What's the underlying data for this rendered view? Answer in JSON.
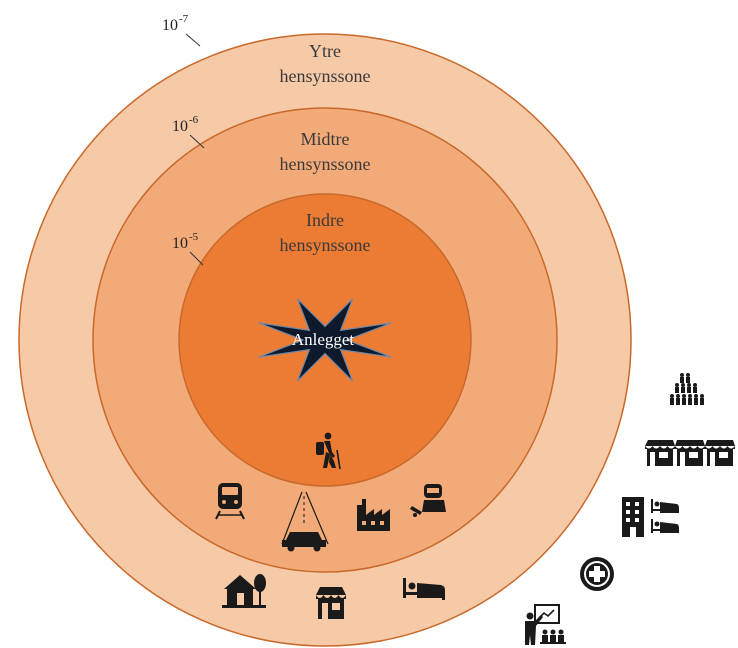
{
  "zones": {
    "outer": {
      "label_line1": "Ytre",
      "label_line2": "hensynssone",
      "risk_base": "10",
      "risk_exp": "-7",
      "color": "#f6c9a7"
    },
    "middle": {
      "label_line1": "Midtre",
      "label_line2": "hensynssone",
      "risk_base": "10",
      "risk_exp": "-6",
      "color": "#f2ab78"
    },
    "inner": {
      "label_line1": "Indre",
      "label_line2": "hensynssone",
      "risk_base": "10",
      "risk_exp": "-5",
      "color": "#ec7b34"
    }
  },
  "facility": {
    "label": "Anlegget",
    "color": "#0e1a2c"
  },
  "colors": {
    "ring_stroke": "#c9692a"
  },
  "icons": {
    "inner_zone": [
      "hiker-icon"
    ],
    "middle_zone": [
      "train-icon",
      "car-road-icon",
      "factory-icon",
      "worker-icon"
    ],
    "outer_zone": [
      "house-icon",
      "shop-icon",
      "bed-icon"
    ],
    "outside": [
      "crowd-icon",
      "shops-row-icon",
      "hotel-icon",
      "hospital-icon",
      "school-icon"
    ]
  }
}
